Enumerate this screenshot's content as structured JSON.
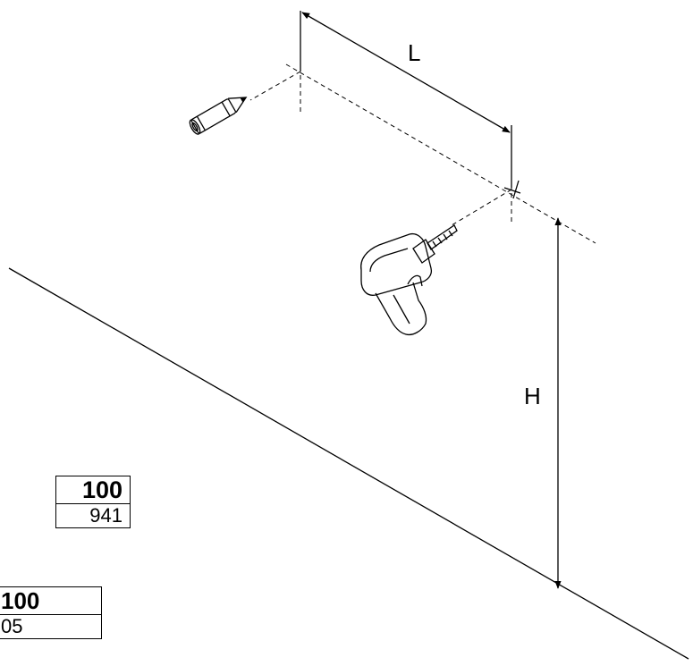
{
  "dimensions": {
    "length_label": "L",
    "height_label": "H"
  },
  "tables": [
    {
      "header": "100",
      "value": "941"
    },
    {
      "header": "100",
      "value": "05"
    }
  ],
  "icons": [
    "pencil-icon",
    "drill-icon"
  ]
}
